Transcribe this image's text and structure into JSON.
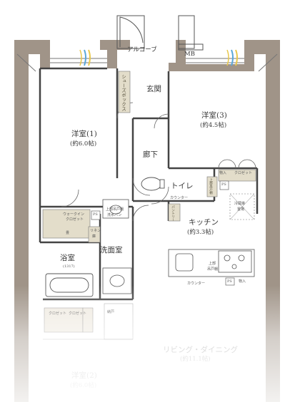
{
  "rooms": {
    "alcove": "アルコーブ",
    "mb": "MB",
    "genkan": "玄関",
    "shoebox": "シューズボックス",
    "western3": "洋室(3)",
    "western3_size": "(約4.5帖)",
    "western1": "洋室(1)",
    "western1_size": "(約6.0帖)",
    "hallway": "廊下",
    "storage_in": "物入",
    "closet": "クロゼット",
    "toilet": "トイレ",
    "toilet_cabinet": "上部吊戸棚",
    "counter": "カウンター",
    "ps": "PS",
    "fridge": "冷蔵庫",
    "fridge_place": "置場",
    "walkin": "ウォークイン",
    "walkin_closet": "クロゼット",
    "shelf_top": "上部吊戸棚",
    "washer_pan": "洗水パン",
    "linen": "リネン",
    "linen2": "庫",
    "pantry": "パントリー",
    "kitchen": "キッチン",
    "kitchen_size": "(約3.3帖)",
    "bath": "浴室",
    "bath_size": "(1317)",
    "washroom": "洗面室",
    "kitchen_cab": "上部",
    "kitchen_cab2": "吊戸棚",
    "nando": "納戸",
    "living": "リビング・ダイニング",
    "living_size": "(約11.1帖)",
    "western2": "洋室(2)",
    "western2_size": "(約6.0帖)",
    "floor_mark": "畳"
  },
  "colors": {
    "wall": "#a09488",
    "wall_light": "#c3bab0",
    "cabinet": "#e3ddca",
    "line": "#5c5c5c",
    "flow_blue": "#5aa7d9",
    "flow_yellow": "#e9c84c"
  }
}
